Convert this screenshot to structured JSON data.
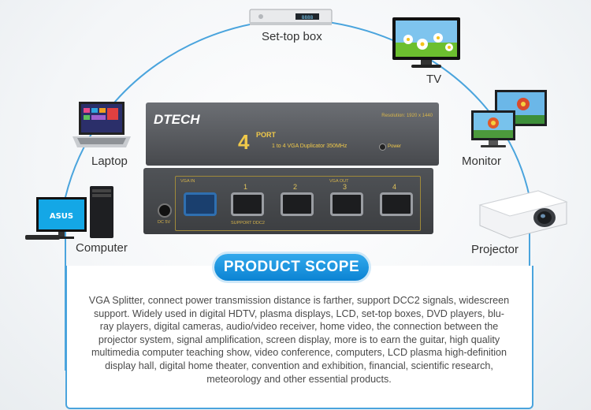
{
  "devices": {
    "settop": {
      "label": "Set-top box",
      "display": "8888"
    },
    "tv": {
      "label": "TV"
    },
    "laptop": {
      "label": "Laptop"
    },
    "monitor": {
      "label": "Monitor"
    },
    "computer": {
      "label": "Computer",
      "brand": "ASUS"
    },
    "projector": {
      "label": "Projector"
    }
  },
  "splitter": {
    "brand": "DTECH",
    "port_number": "4",
    "port_word": "PORT",
    "description": "1 to 4 VGA Duplicator  350MHz",
    "resolution": "Resolution: 1920 x 1440",
    "power": "Power",
    "vga_in": "VGA IN",
    "vga_out": "VGA OUT",
    "support": "SUPPORT DDC2",
    "dc": "DC 5V",
    "outputs": [
      "1",
      "2",
      "3",
      "4"
    ]
  },
  "scope": {
    "title": "PRODUCT SCOPE",
    "text": "VGA Splitter, connect power transmission distance is farther, support DCC2 signals, widescreen support. Widely used in digital HDTV, plasma displays, LCD, set-top boxes, DVD players, blu-ray players, digital cameras, audio/video receiver, home video, the connection between the projector system, signal amplification, screen display, more is to earn the guitar, high quality multimedia computer teaching show, video conference, computers, LCD plasma high-definition display hall, digital home theater, convention and exhibition, financial, scientific research, meteorology and other essential products."
  },
  "colors": {
    "accent": "#1a94e0",
    "arc": "#4aa4dd"
  }
}
